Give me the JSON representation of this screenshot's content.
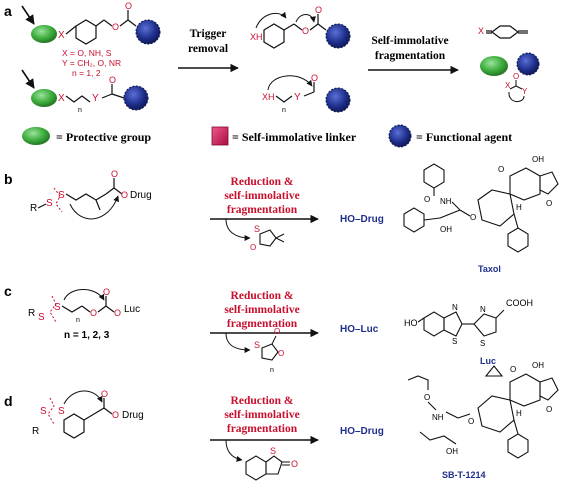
{
  "panel_a": {
    "label": "a",
    "conditions": [
      "X = O, NH, S",
      "Y = CH₂, O, NR",
      "n = 1, 2"
    ],
    "atom_x": "X",
    "atom_y": "Y",
    "atom_xh": "XH",
    "sub_n": "n",
    "step1_line1": "Trigger",
    "step1_line2": "removal",
    "step2_line1": "Self-immolative",
    "step2_line2": "fragmentation",
    "product_x": "X",
    "product_o": "O",
    "product_y": "Y",
    "legend": {
      "protective": "= Protective group",
      "linker": "= Self-immolative linker",
      "functional": "= Functional agent"
    },
    "colors": {
      "protective": "#3a9a3a",
      "linker": "#d4145a",
      "functional": "#1f2f8c",
      "conditions": "#c8102e"
    }
  },
  "panel_b": {
    "label": "b",
    "r": "R",
    "s": "S",
    "o": "O",
    "drug": "Drug",
    "cond_line1": "Reduction &",
    "cond_line2": "self-immolative",
    "cond_line3": "fragmentation",
    "byproduct_s": "S",
    "byproduct_o": "O",
    "product": "HO–Drug",
    "drug_name": "Taxol"
  },
  "panel_c": {
    "label": "c",
    "r": "R",
    "s": "S",
    "o": "O",
    "luc": "Luc",
    "n_values": "n = 1, 2, 3",
    "cond_line1": "Reduction &",
    "cond_line2": "self-immolative",
    "cond_line3": "fragmentation",
    "byproduct_s": "S",
    "byproduct_o": "O",
    "sub_n": "n",
    "product": "HO–Luc",
    "drug_name": "Luc",
    "luc_ho": "HO",
    "luc_n": "N",
    "luc_s": "S",
    "luc_cooh": "COOH"
  },
  "panel_d": {
    "label": "d",
    "r": "R",
    "s": "S",
    "o": "O",
    "drug": "Drug",
    "cond_line1": "Reduction &",
    "cond_line2": "self-immolative",
    "cond_line3": "fragmentation",
    "byproduct_s": "S",
    "byproduct_o": "O",
    "product": "HO–Drug",
    "drug_name": "SB-T-1214"
  },
  "taxol_atoms": {
    "o": "O",
    "h": "H",
    "nh": "NH",
    "oh": "OH"
  }
}
